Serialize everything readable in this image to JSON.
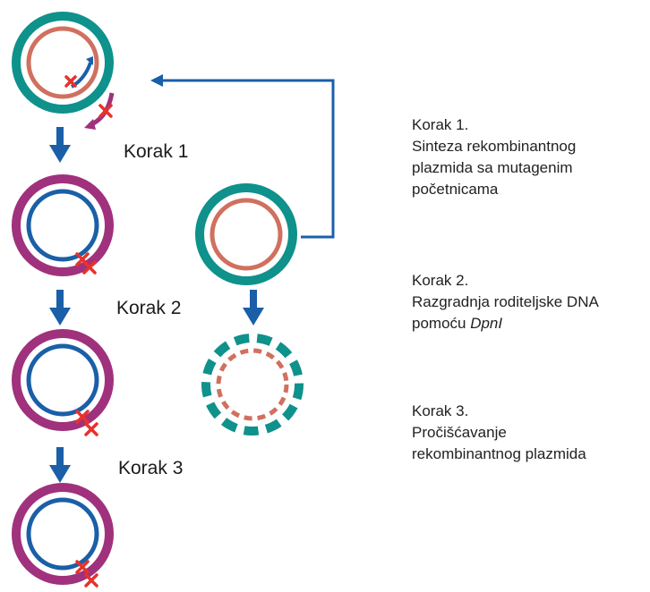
{
  "colors": {
    "teal": "#0f918c",
    "salmon": "#d0705f",
    "magenta": "#a0317d",
    "blue": "#1a5fa8",
    "red": "#e8312b"
  },
  "steps": {
    "label1": "Korak 1",
    "label2": "Korak 2",
    "label3": "Korak 3"
  },
  "descriptions": {
    "step1": {
      "heading": "Korak 1.",
      "line1": "Sinteza rekombinantnog",
      "line2": "plazmida sa mutagenim",
      "line3": "početnicama"
    },
    "step2": {
      "heading": "Korak 2.",
      "line1": "Razgradnja roditeljske DNA",
      "line2_prefix": "pomoću ",
      "line2_enzyme": "DpnI"
    },
    "step3": {
      "heading": "Korak 3.",
      "line1": "Pročišćavanje",
      "line2": "rekombinantnog plazmida"
    }
  }
}
